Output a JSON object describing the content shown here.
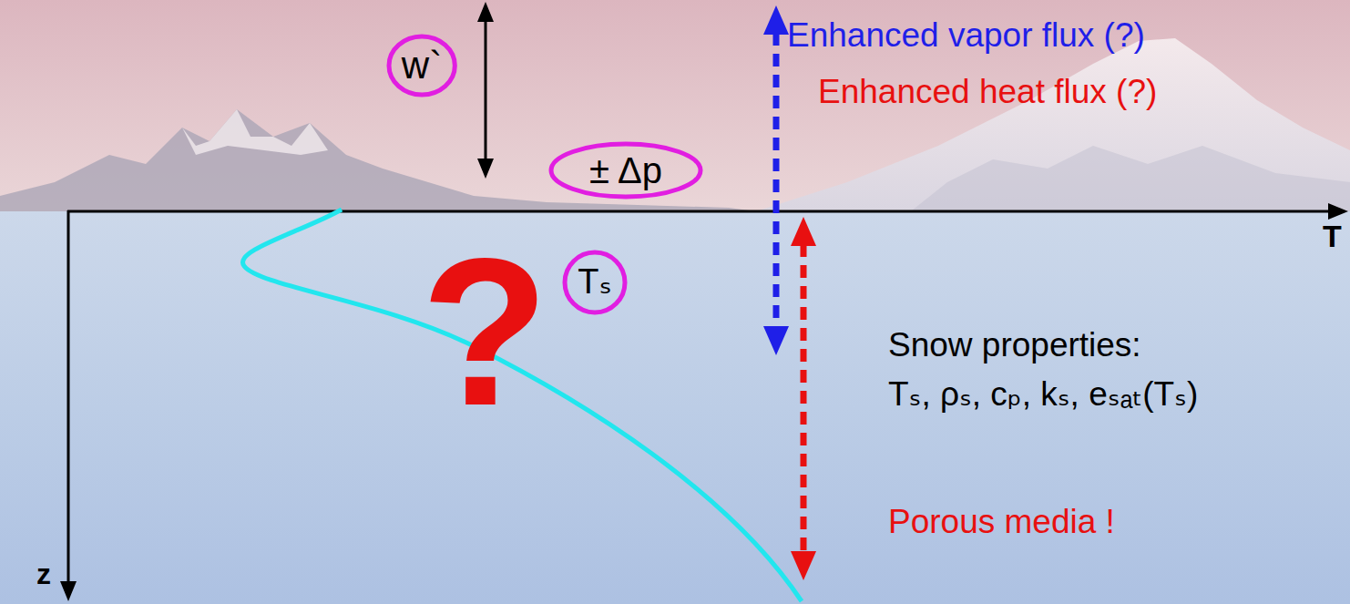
{
  "diagram": {
    "nodes": [
      {
        "text": [
          "w`"
        ]
      },
      {
        "text": [
          "± Δp"
        ]
      },
      {
        "text": [
          "Tₛ"
        ]
      }
    ],
    "labels": [
      "Enhanced vapor flux (?)",
      "Enhanced heat flux (?)",
      "T",
      "z",
      "?",
      "Snow properties:",
      "Tₛ, ρₛ, cₚ, kₛ, eₛₐₜ(Tₛ)",
      "Porous media !"
    ]
  }
}
